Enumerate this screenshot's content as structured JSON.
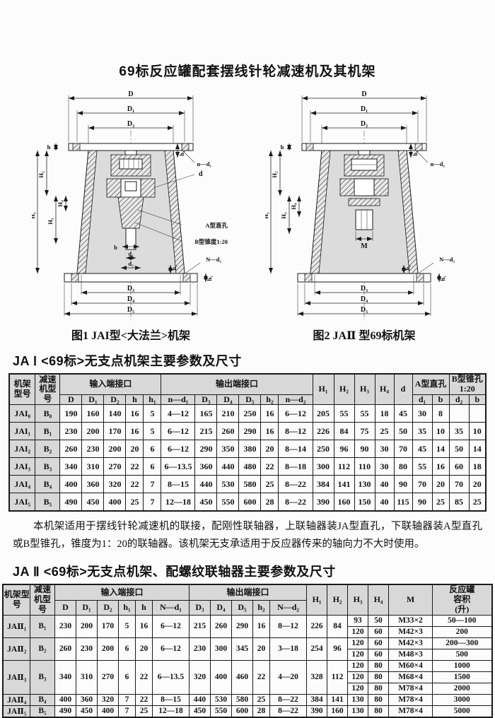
{
  "page": {
    "title": "69标反应罐配套摆线针轮减速机及其机架"
  },
  "fig1": {
    "caption": "图1  JAI型<大法兰>机架",
    "labels": {
      "D": "D",
      "D1": "D₁",
      "D2": "D₂",
      "h": "h",
      "h1": "h₁",
      "nd1": "n—d₁",
      "H1": "H₁",
      "H2": "H₂",
      "H3": "H₃",
      "H4": "H₄",
      "d": "d",
      "holeA": "A型直孔",
      "holeB": "B型锥度1:20",
      "b": "b",
      "dd1": "d₁",
      "dd2": "d₂",
      "Nd2": "N—d₂",
      "h1b": "h₁",
      "h2": "h₂",
      "D3": "D₃",
      "D4": "D₄",
      "D5": "D₅"
    }
  },
  "fig2": {
    "caption": "图2   JAⅡ 型69标机架",
    "labels": {
      "D": "D",
      "D1": "D₁",
      "D2": "D₂",
      "h": "h",
      "h1": "h₁",
      "nd1": "n—d₁",
      "H1": "H₁",
      "H2": "H₂",
      "H3": "H₃",
      "H4": "H₄",
      "M": "M",
      "Nd2": "N—d₂",
      "h1b": "h₁",
      "h2": "h₂",
      "D3": "D₃",
      "D4": "D₄",
      "D5": "D₅"
    }
  },
  "table1": {
    "title": "JA Ⅰ <69标>无支点机架主要参数及尺寸",
    "header": {
      "frame": "机架型号",
      "reducer": "减速机型号",
      "input": "输入端接口",
      "output": "输出端接口",
      "in_cols": [
        "D",
        "D₁",
        "D₂",
        "h",
        "h₁"
      ],
      "out_cols": [
        "n—d₁",
        "D₃",
        "D₄",
        "D₅",
        "h₂",
        "n—d₂"
      ],
      "H1": "H₁",
      "H2": "H₂",
      "H3": "H₃",
      "H4": "H₄",
      "d": "d",
      "holeA": "A型直孔",
      "a_cols": [
        "d₁",
        "b"
      ],
      "holeB": "B型锥孔",
      "holeB2": "1:20",
      "b_cols": [
        "d₂",
        "b"
      ]
    },
    "rows": [
      [
        "JAI₀",
        "B₀",
        "190",
        "160",
        "140",
        "16",
        "5",
        "4—12",
        "165",
        "210",
        "250",
        "16",
        "6—12",
        "205",
        "55",
        "55",
        "18",
        "45",
        "30",
        "8",
        "",
        ""
      ],
      [
        "JAI₁",
        "B₁",
        "230",
        "200",
        "170",
        "16",
        "5",
        "6—12",
        "215",
        "260",
        "290",
        "16",
        "8—12",
        "226",
        "84",
        "75",
        "25",
        "50",
        "35",
        "10",
        "35",
        "10"
      ],
      [
        "JAI₂",
        "B₂",
        "260",
        "230",
        "200",
        "20",
        "6",
        "6—12",
        "290",
        "350",
        "380",
        "20",
        "8—14",
        "250",
        "96",
        "90",
        "30",
        "70",
        "45",
        "14",
        "50",
        "14"
      ],
      [
        "JAI₃",
        "B₃",
        "340",
        "310",
        "270",
        "22",
        "6",
        "6—13.5",
        "360",
        "440",
        "480",
        "22",
        "8—18",
        "300",
        "112",
        "110",
        "30",
        "80",
        "55",
        "16",
        "60",
        "18"
      ],
      [
        "JAI₄",
        "B₄",
        "400",
        "360",
        "320",
        "22",
        "7",
        "8—15",
        "440",
        "530",
        "580",
        "25",
        "8—22",
        "384",
        "141",
        "130",
        "40",
        "90",
        "70",
        "20",
        "70",
        "20"
      ],
      [
        "JAI₅",
        "B₅",
        "490",
        "450",
        "400",
        "25",
        "7",
        "12—18",
        "450",
        "550",
        "600",
        "28",
        "8—22",
        "390",
        "160",
        "150",
        "40",
        "115",
        "90",
        "25",
        "85",
        "25"
      ]
    ]
  },
  "note": "本机架适用于摆线针轮减速机的联接，配刚性联轴器，上联轴器装JA型直孔，下联轴器装A型直孔或B型锥孔，锥度为1：20的联轴器。该机架无支承适用于反应器传来的轴向力不大时使用。",
  "table2": {
    "title": "JA Ⅱ <69标>无支点机架、配螺纹联轴器主要参数及尺寸",
    "header": {
      "frame": "机架型号",
      "reducer": "减速机型号",
      "input": "输入端接口",
      "output": "输出端接口",
      "in_cols": [
        "D",
        "D₁",
        "D₂",
        "h₁",
        "h",
        "N—d₁"
      ],
      "out_cols": [
        "D₃",
        "D₄",
        "D₅",
        "h₂",
        "N—d₂"
      ],
      "H1": "H₁",
      "H2": "H₂",
      "H3": "H₃",
      "H4": "H₄",
      "M": "M",
      "vol_lines": [
        "反应罐",
        "容积",
        "(升)"
      ]
    },
    "groups": [
      {
        "cells": [
          "JAⅡ₁",
          "B₁",
          "230",
          "200",
          "170",
          "5",
          "16",
          "6—12",
          "215",
          "260",
          "290",
          "16",
          "8—12",
          "226",
          "84"
        ],
        "subs": [
          [
            "93",
            "50",
            "M33×2",
            "50—100"
          ],
          [
            "120",
            "60",
            "M42×3",
            "200"
          ]
        ]
      },
      {
        "cells": [
          "JAⅡ₂",
          "B₂",
          "260",
          "230",
          "200",
          "6",
          "20",
          "6—12",
          "230",
          "300",
          "345",
          "20",
          "3—18",
          "254",
          "96"
        ],
        "subs": [
          [
            "120",
            "60",
            "M42×3",
            "200—300"
          ],
          [
            "120",
            "60",
            "M48×3",
            "500"
          ]
        ]
      },
      {
        "cells": [
          "JAⅡ₃",
          "B₃",
          "340",
          "310",
          "270",
          "6",
          "22",
          "6—13.5",
          "320",
          "400",
          "460",
          "22",
          "4—20",
          "328",
          "112"
        ],
        "subs": [
          [
            "120",
            "80",
            "M60×4",
            "1000"
          ],
          [
            "120",
            "80",
            "M68×4",
            "1500"
          ],
          [
            "120",
            "80",
            "M78×4",
            "2000"
          ]
        ]
      },
      {
        "cells": [
          "JAⅡ₄",
          "B₄",
          "400",
          "360",
          "320",
          "7",
          "22",
          "8—15",
          "440",
          "530",
          "580",
          "25",
          "8—22",
          "384",
          "141"
        ],
        "subs": [
          [
            "130",
            "80",
            "M78×4",
            "3000"
          ]
        ]
      },
      {
        "cells": [
          "JAⅡ₅",
          "B₅",
          "490",
          "450",
          "400",
          "7",
          "25",
          "12—18",
          "450",
          "550",
          "600",
          "28",
          "8—22",
          "390",
          "160"
        ],
        "subs": [
          [
            "130",
            "80",
            "M78×4",
            "5000"
          ]
        ]
      }
    ]
  }
}
